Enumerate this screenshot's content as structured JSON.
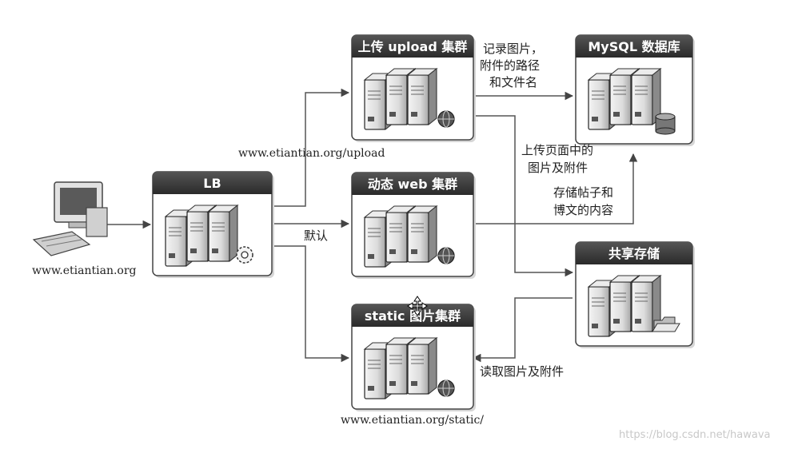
{
  "nodes": {
    "lb": {
      "title": "LB"
    },
    "upload": {
      "title": "上传 upload 集群"
    },
    "web": {
      "title": "动态 web 集群"
    },
    "static": {
      "title": "static 图片集群"
    },
    "mysql": {
      "title": "MySQL 数据库"
    },
    "storage": {
      "title": "共享存储"
    }
  },
  "labels": {
    "client_host": "www.etiantian.org",
    "upload_url": "www.etiantian.org/upload",
    "default": "默认",
    "static_url": "www.etiantian.org/static/",
    "record": [
      "记录图片，",
      "附件的路径",
      "和文件名"
    ],
    "upload_page": [
      "上传页面中的",
      "图片及附件"
    ],
    "store_posts": [
      "存储帖子和",
      "博文的内容"
    ],
    "read_files": "读取图片及附件"
  },
  "watermark": "https://blog.csdn.net/hawava"
}
